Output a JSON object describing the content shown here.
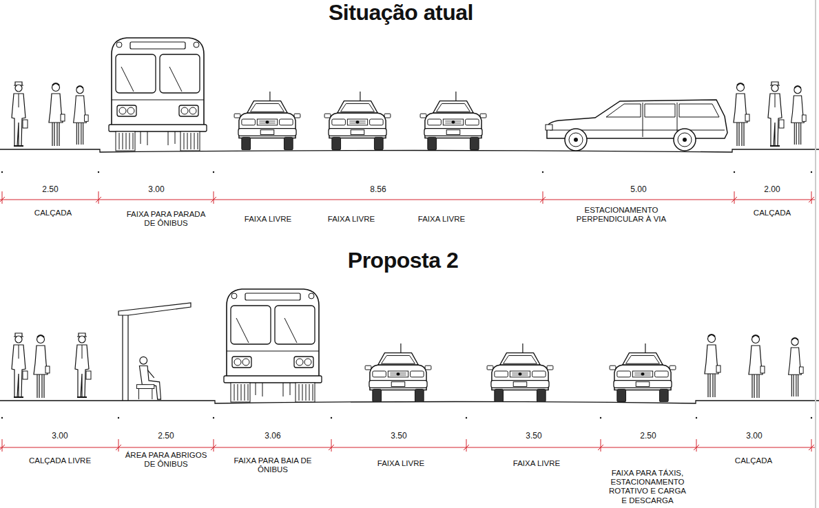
{
  "diagram": {
    "labels": [
      "Situação atual",
      "2.50",
      "3.00",
      "8.56",
      "5.00",
      "2.00",
      "CALÇADA",
      "FAIXA PARA PARADA DE ÔNIBUS",
      "FAIXA LIVRE",
      "FAIXA LIVRE",
      "FAIXA LIVRE",
      "ESTACIONAMENTO PERPENDICULAR À VIA",
      "CALÇADA",
      "Proposta 2",
      "3.00",
      "2.50",
      "3.06",
      "3.50",
      "3.50",
      "2.50",
      "3.00",
      "CALÇADA LIVRE",
      "ÁREA PARA ABRIGOS DE ÔNIBUS",
      "FAIXA PARA BAIA DE ÔNIBUS",
      "FAIXA LIVRE",
      "FAIXA LIVRE",
      "FAIXA PARA TÁXIS, ESTACIONAMENTO ROTATIVO E CARGA E DESCARGA",
      "CALÇADA"
    ]
  }
}
